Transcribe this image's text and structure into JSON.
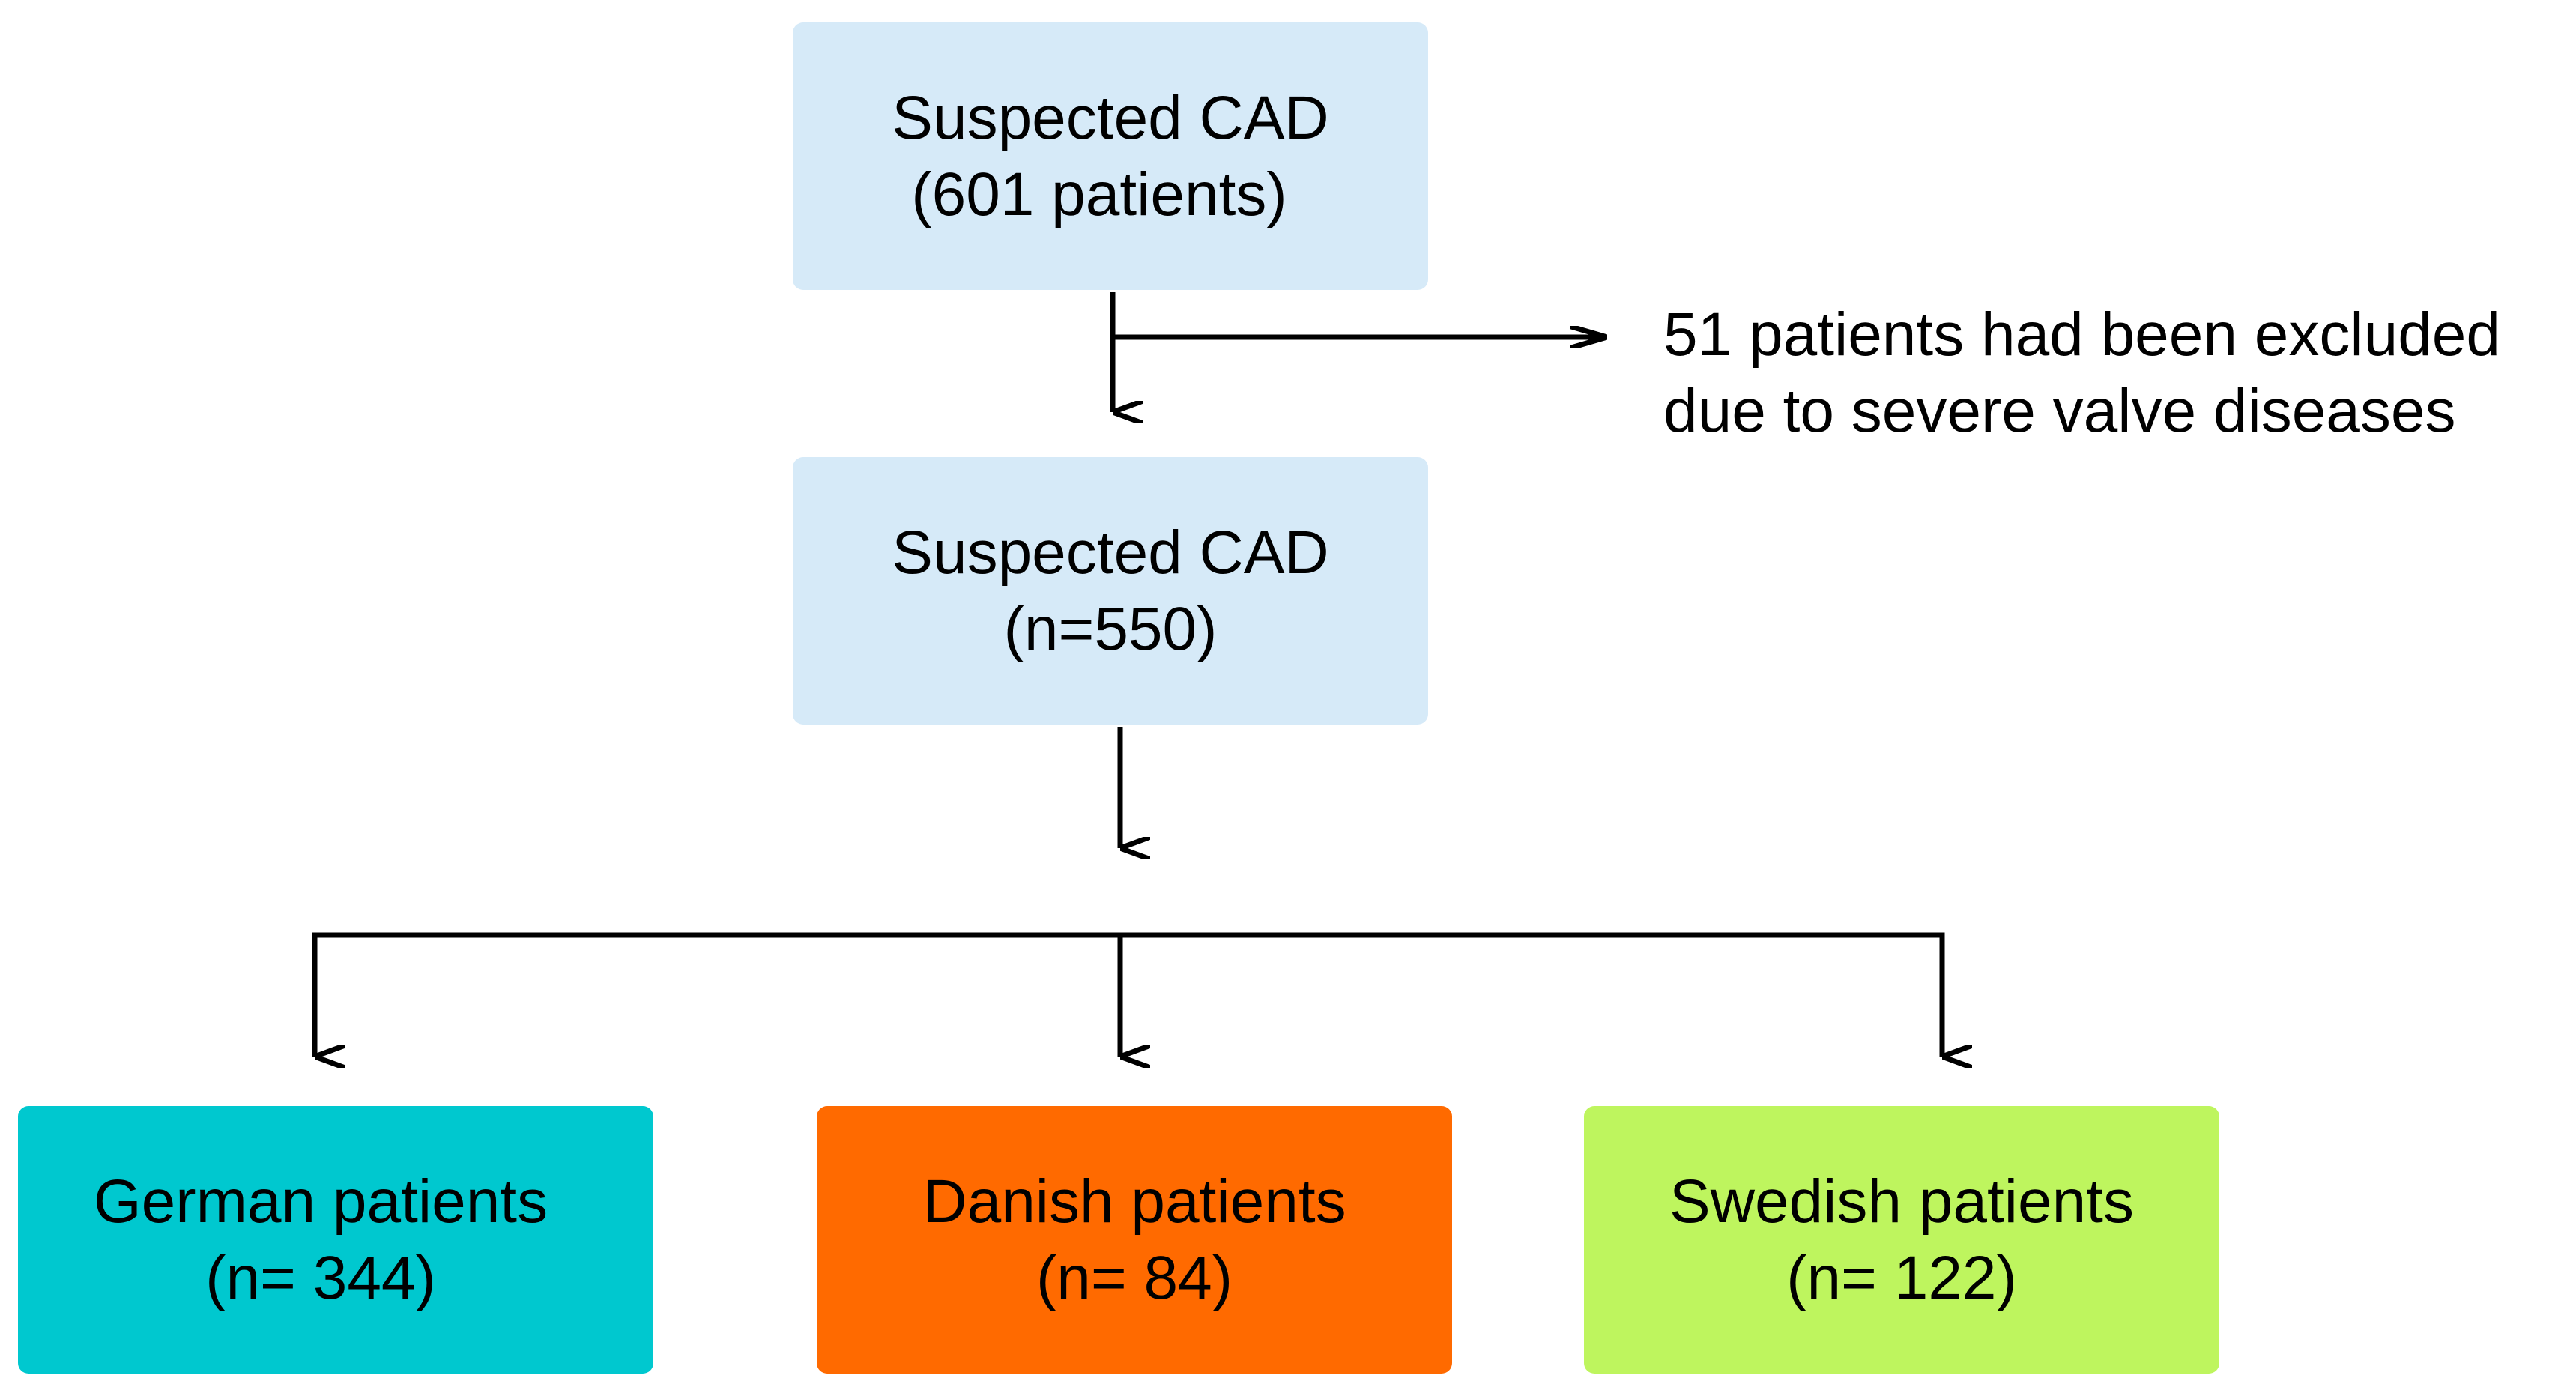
{
  "colors": {
    "box_top": "#d6eaf8",
    "box_mid": "#d6eaf8",
    "box_german": "#00c8cf",
    "box_danish": "#ff6a00",
    "box_swedish": "#bef55e",
    "line": "#000000"
  },
  "flow": {
    "top_box": {
      "line1": "Suspected CAD",
      "line2": "(601 patients)"
    },
    "exclusion": {
      "line1": "51 patients had been excluded",
      "line2": "due to severe valve diseases"
    },
    "middle_box": {
      "line1": "Suspected CAD",
      "line2": "(n=550)"
    },
    "groups": [
      {
        "line1": "German patients",
        "line2": "(n= 344)"
      },
      {
        "line1": "Danish patients",
        "line2": "(n= 84)"
      },
      {
        "line1": "Swedish patients",
        "line2": "(n= 122)"
      }
    ]
  }
}
